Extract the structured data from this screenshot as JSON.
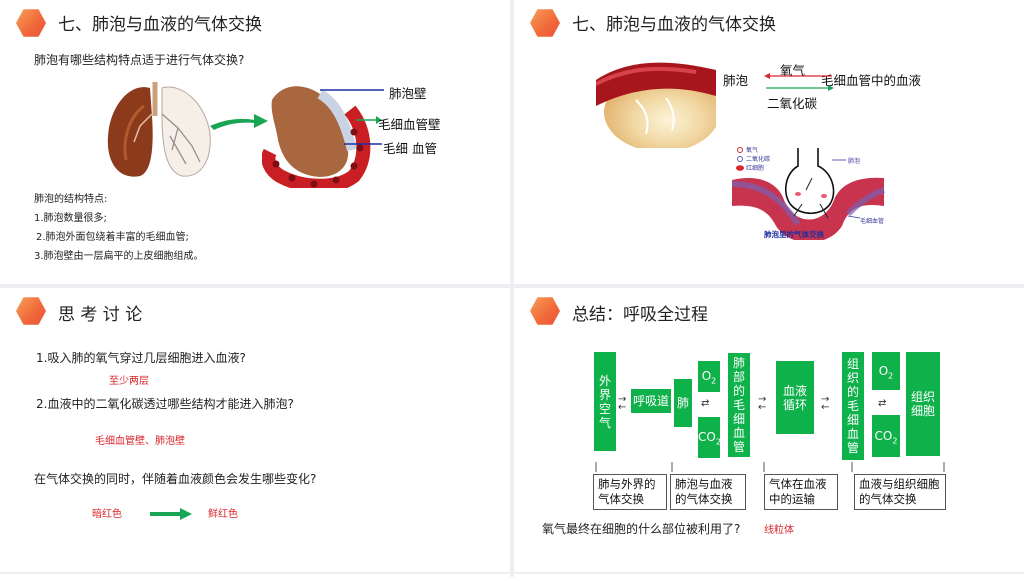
{
  "slide1": {
    "title": "七、肺泡与血液的气体交换",
    "question": "肺泡有哪些结构特点适于进行气体交换?",
    "labels": [
      "肺泡壁",
      "毛细血管壁",
      "毛细 血管"
    ],
    "features_title": "肺泡的结构特点:",
    "features": [
      "1.肺泡数量很多;",
      "2.肺泡外面包绕着丰富的毛细血管;",
      "3.肺泡壁由一层扁平的上皮细胞组成。"
    ]
  },
  "slide2": {
    "title": "七、肺泡与血液的气体交换",
    "left": "肺泡",
    "right": "毛细血管中的血液",
    "top_gas": "氧气",
    "bottom_gas": "二氧化碳",
    "legend": [
      "氧气",
      "二氧化碳",
      "红细胞"
    ],
    "diagram_alveolus": "肺泡",
    "diagram_vessel": "毛细血管",
    "caption": "肺泡里的气体交换"
  },
  "slide3": {
    "title": "思 考 讨 论",
    "q1": "1.吸入肺的氧气穿过几层细胞进入血液?",
    "a1": "至少两层",
    "q2": "2.血液中的二氧化碳透过哪些结构才能进入肺泡?",
    "a2": "毛细血管壁、肺泡壁",
    "q3": "在气体交换的同时，伴随着血液颜色会发生哪些变化?",
    "from_color": "暗红色",
    "to_color": "鲜红色"
  },
  "slide4": {
    "title": "总结：呼吸全过程",
    "boxes": {
      "outside_air": "外界空气",
      "airway": "呼吸道",
      "lung": "肺",
      "o2_a": "O",
      "co2_a": "CO",
      "alveolar_capillary": "肺部的毛细血管",
      "circulation": "血液循环",
      "tissue_capillary": "组织的毛细血管",
      "o2_b": "O",
      "co2_b": "CO",
      "tissue_cells": "组织细胞",
      "sub2": "2"
    },
    "captions": [
      "肺与外界的气体交换",
      "肺泡与血液的气体交换",
      "气体在血液中的运输",
      "血液与组织细胞的气体交换"
    ],
    "question": "氧气最终在细胞的什么部位被利用了?",
    "answer": "线粒体"
  }
}
